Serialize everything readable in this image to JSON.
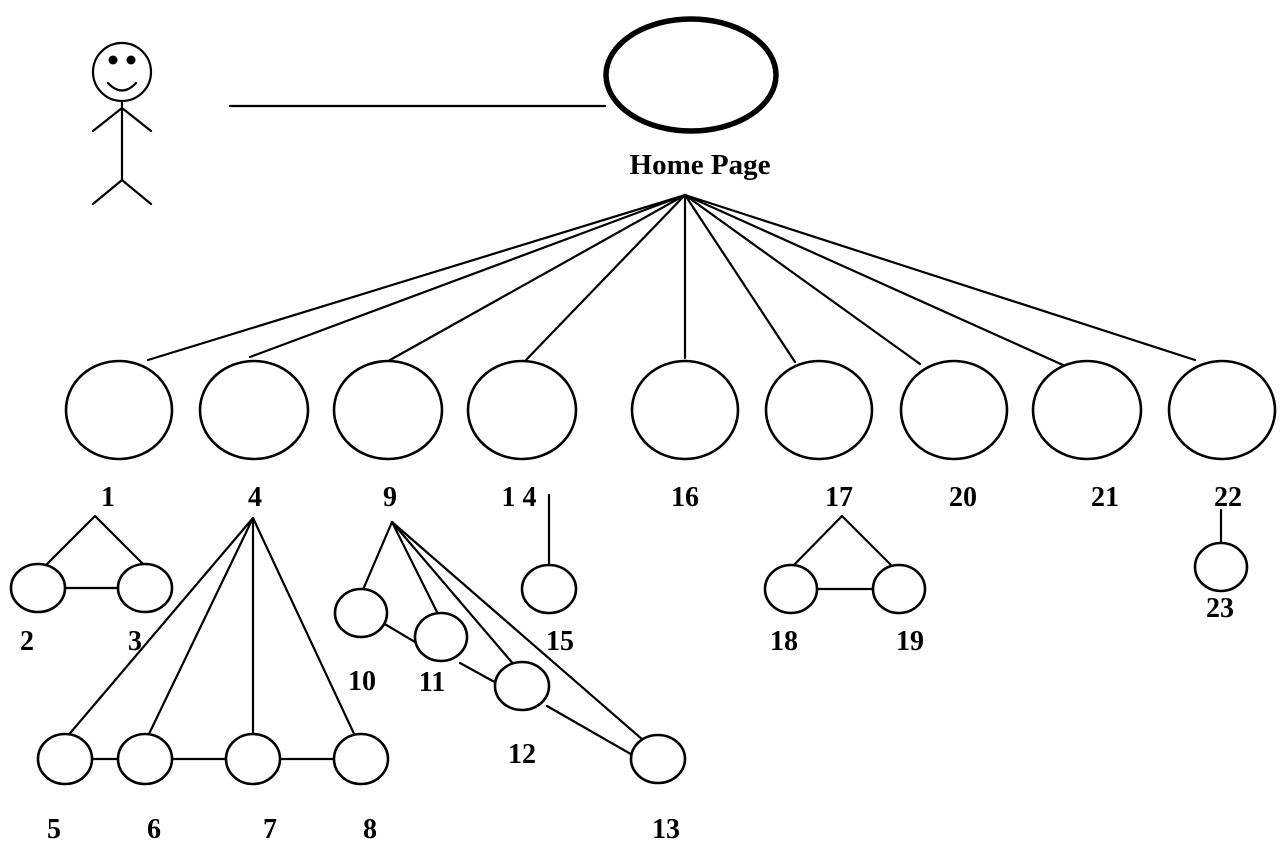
{
  "diagram": {
    "home_page_label": "Home Page",
    "icon": "stick-figure-user-icon",
    "nodes": [
      {
        "id": "n1",
        "label": "1"
      },
      {
        "id": "n2",
        "label": "2"
      },
      {
        "id": "n3",
        "label": "3"
      },
      {
        "id": "n4",
        "label": "4"
      },
      {
        "id": "n5",
        "label": "5"
      },
      {
        "id": "n6",
        "label": "6"
      },
      {
        "id": "n7",
        "label": "7"
      },
      {
        "id": "n8",
        "label": "8"
      },
      {
        "id": "n9",
        "label": "9"
      },
      {
        "id": "n10",
        "label": "10"
      },
      {
        "id": "n11",
        "label": "11"
      },
      {
        "id": "n12",
        "label": "12"
      },
      {
        "id": "n13",
        "label": "13"
      },
      {
        "id": "n14",
        "label": "1 4"
      },
      {
        "id": "n15",
        "label": "15"
      },
      {
        "id": "n16",
        "label": "16"
      },
      {
        "id": "n17",
        "label": "17"
      },
      {
        "id": "n18",
        "label": "18"
      },
      {
        "id": "n19",
        "label": "19"
      },
      {
        "id": "n20",
        "label": "20"
      },
      {
        "id": "n21",
        "label": "21"
      },
      {
        "id": "n22",
        "label": "22"
      },
      {
        "id": "n23",
        "label": "23"
      }
    ]
  }
}
